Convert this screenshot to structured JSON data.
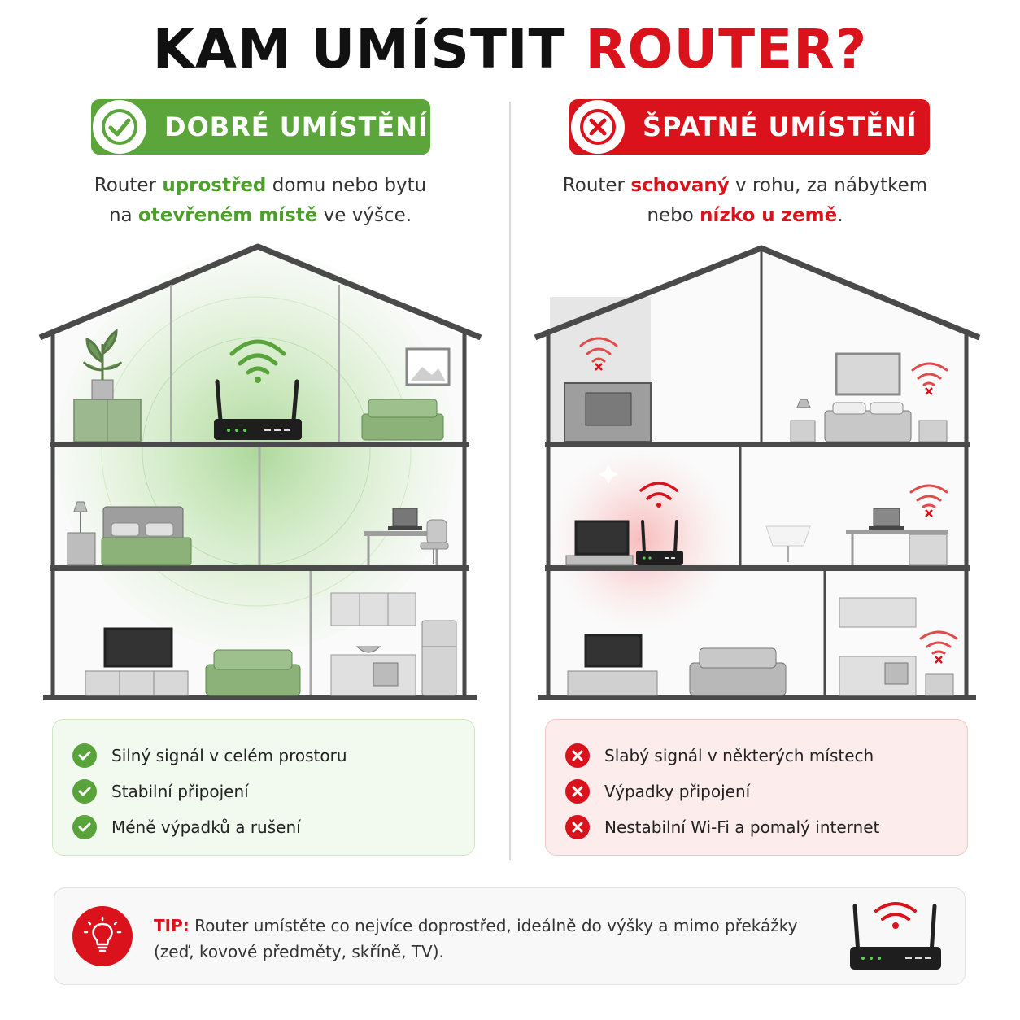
{
  "title": {
    "part1": "KAM UMÍSTIT",
    "part2": "ROUTER?"
  },
  "good": {
    "header": "DOBRÉ UMÍSTĚNÍ",
    "desc": {
      "t1": "Router ",
      "h1": "uprostřed",
      "t2": " domu nebo bytu",
      "t3": "na ",
      "h2": "otevřeném místě",
      "t4": " ve výšce."
    },
    "items": [
      "Silný signál v celém prostoru",
      "Stabilní připojení",
      "Méně výpadků a rušení"
    ]
  },
  "bad": {
    "header": "ŠPATNÉ UMÍSTĚNÍ",
    "desc": {
      "t1": "Router ",
      "h1": "schovaný",
      "t2": " v rohu, za nábytkem",
      "t3": "nebo ",
      "h2": "nízko u země",
      "t4": "."
    },
    "items": [
      "Slabý signál v některých místech",
      "Výpadky připojení",
      "Nestabilní Wi-Fi a pomalý internet"
    ]
  },
  "tip": {
    "label": "TIP:",
    "line1": " Router umístěte co nejvíce doprostřed, ideálně do výšky a mimo překážky",
    "line2": "(zeď, kovové předměty, skříně, TV)."
  },
  "colors": {
    "green": "#5ba53a",
    "red": "#d9121b",
    "wall": "#4a4a4a",
    "furniture_green": "#8cb27a",
    "furniture_gray": "#b8b8b8"
  }
}
